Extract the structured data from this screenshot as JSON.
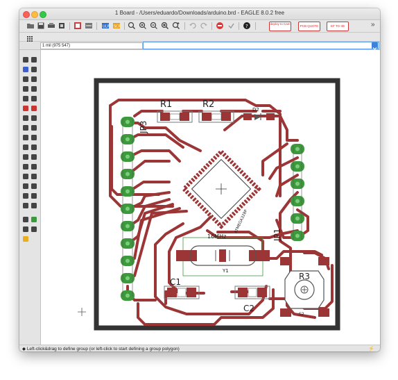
{
  "window": {
    "title": "1 Board - /Users/eduardo/Downloads/arduino.brd - EAGLE 8.0.2 free"
  },
  "toolbar": {
    "items": [
      "open-icon",
      "save-icon",
      "print-icon",
      "cam-icon",
      "board-icon",
      "schematic-icon",
      "ulp-icon",
      "script-icon",
      "zoom-fit-icon",
      "zoom-in-icon",
      "zoom-out-icon",
      "zoom-select-icon",
      "zoom-area-icon",
      "undo-icon",
      "redo-icon",
      "stop-icon",
      "go-icon",
      "help-icon"
    ],
    "deploy_label": "deploy to Cam",
    "pcb_quote_label": "PCB QUOTE",
    "fusion_label": "EF TO 3D",
    "overflow": "»"
  },
  "coord": {
    "value": "1 mil (975 547)",
    "command_placeholder": ""
  },
  "board": {
    "labels": [
      "R1",
      "R2",
      "D2",
      "JP3",
      "JP1",
      "C1",
      "C2",
      "Y1",
      "S2",
      "R3",
      "16MHz",
      "ATMEGA328P"
    ]
  },
  "status": {
    "message": "Left-click&drag to define group (or left-click to start defining a group polygon)",
    "bolt": "⚡"
  },
  "colors": {
    "trace": "#9c3535",
    "pad": "#3c9a3c",
    "pad_hole": "#7acc7a",
    "outline": "#333333",
    "accent": "#3b82e0"
  }
}
